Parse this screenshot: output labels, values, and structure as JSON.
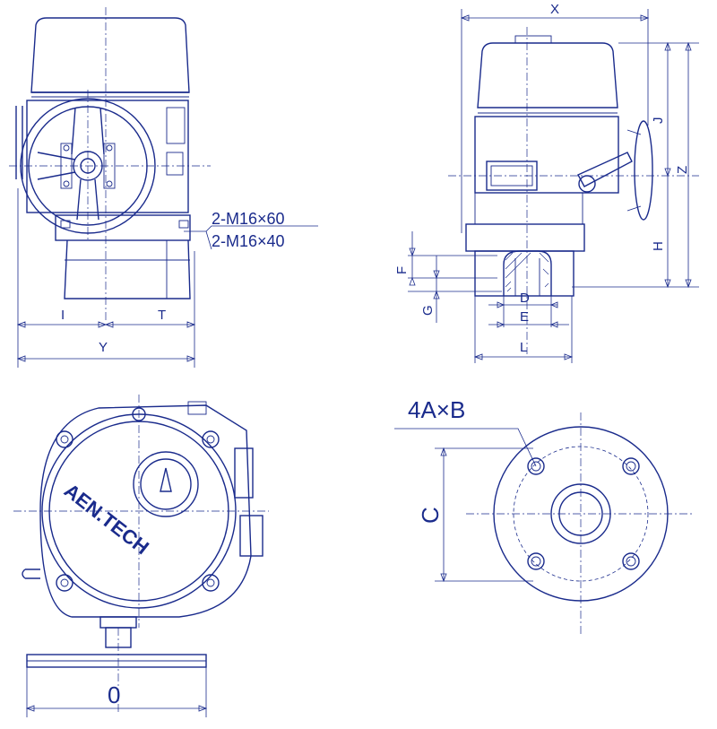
{
  "diagram": {
    "line_color": "#1a2b8c",
    "background": "#ffffff",
    "front_view": {
      "bolt_note_1": "2-M16×60",
      "bolt_note_2": "2-M16×40",
      "dims": {
        "i": "I",
        "t": "T",
        "y": "Y"
      }
    },
    "side_view": {
      "dims": {
        "x": "X",
        "j": "J",
        "z": "Z",
        "h": "H",
        "f": "F",
        "g": "G",
        "d": "D",
        "e": "E",
        "l": "L"
      }
    },
    "top_view": {
      "brand": "AEN.TECH",
      "dims": {
        "o": "0"
      }
    },
    "flange_view": {
      "bolt_note": "4A×B",
      "dims": {
        "c": "C"
      }
    }
  }
}
